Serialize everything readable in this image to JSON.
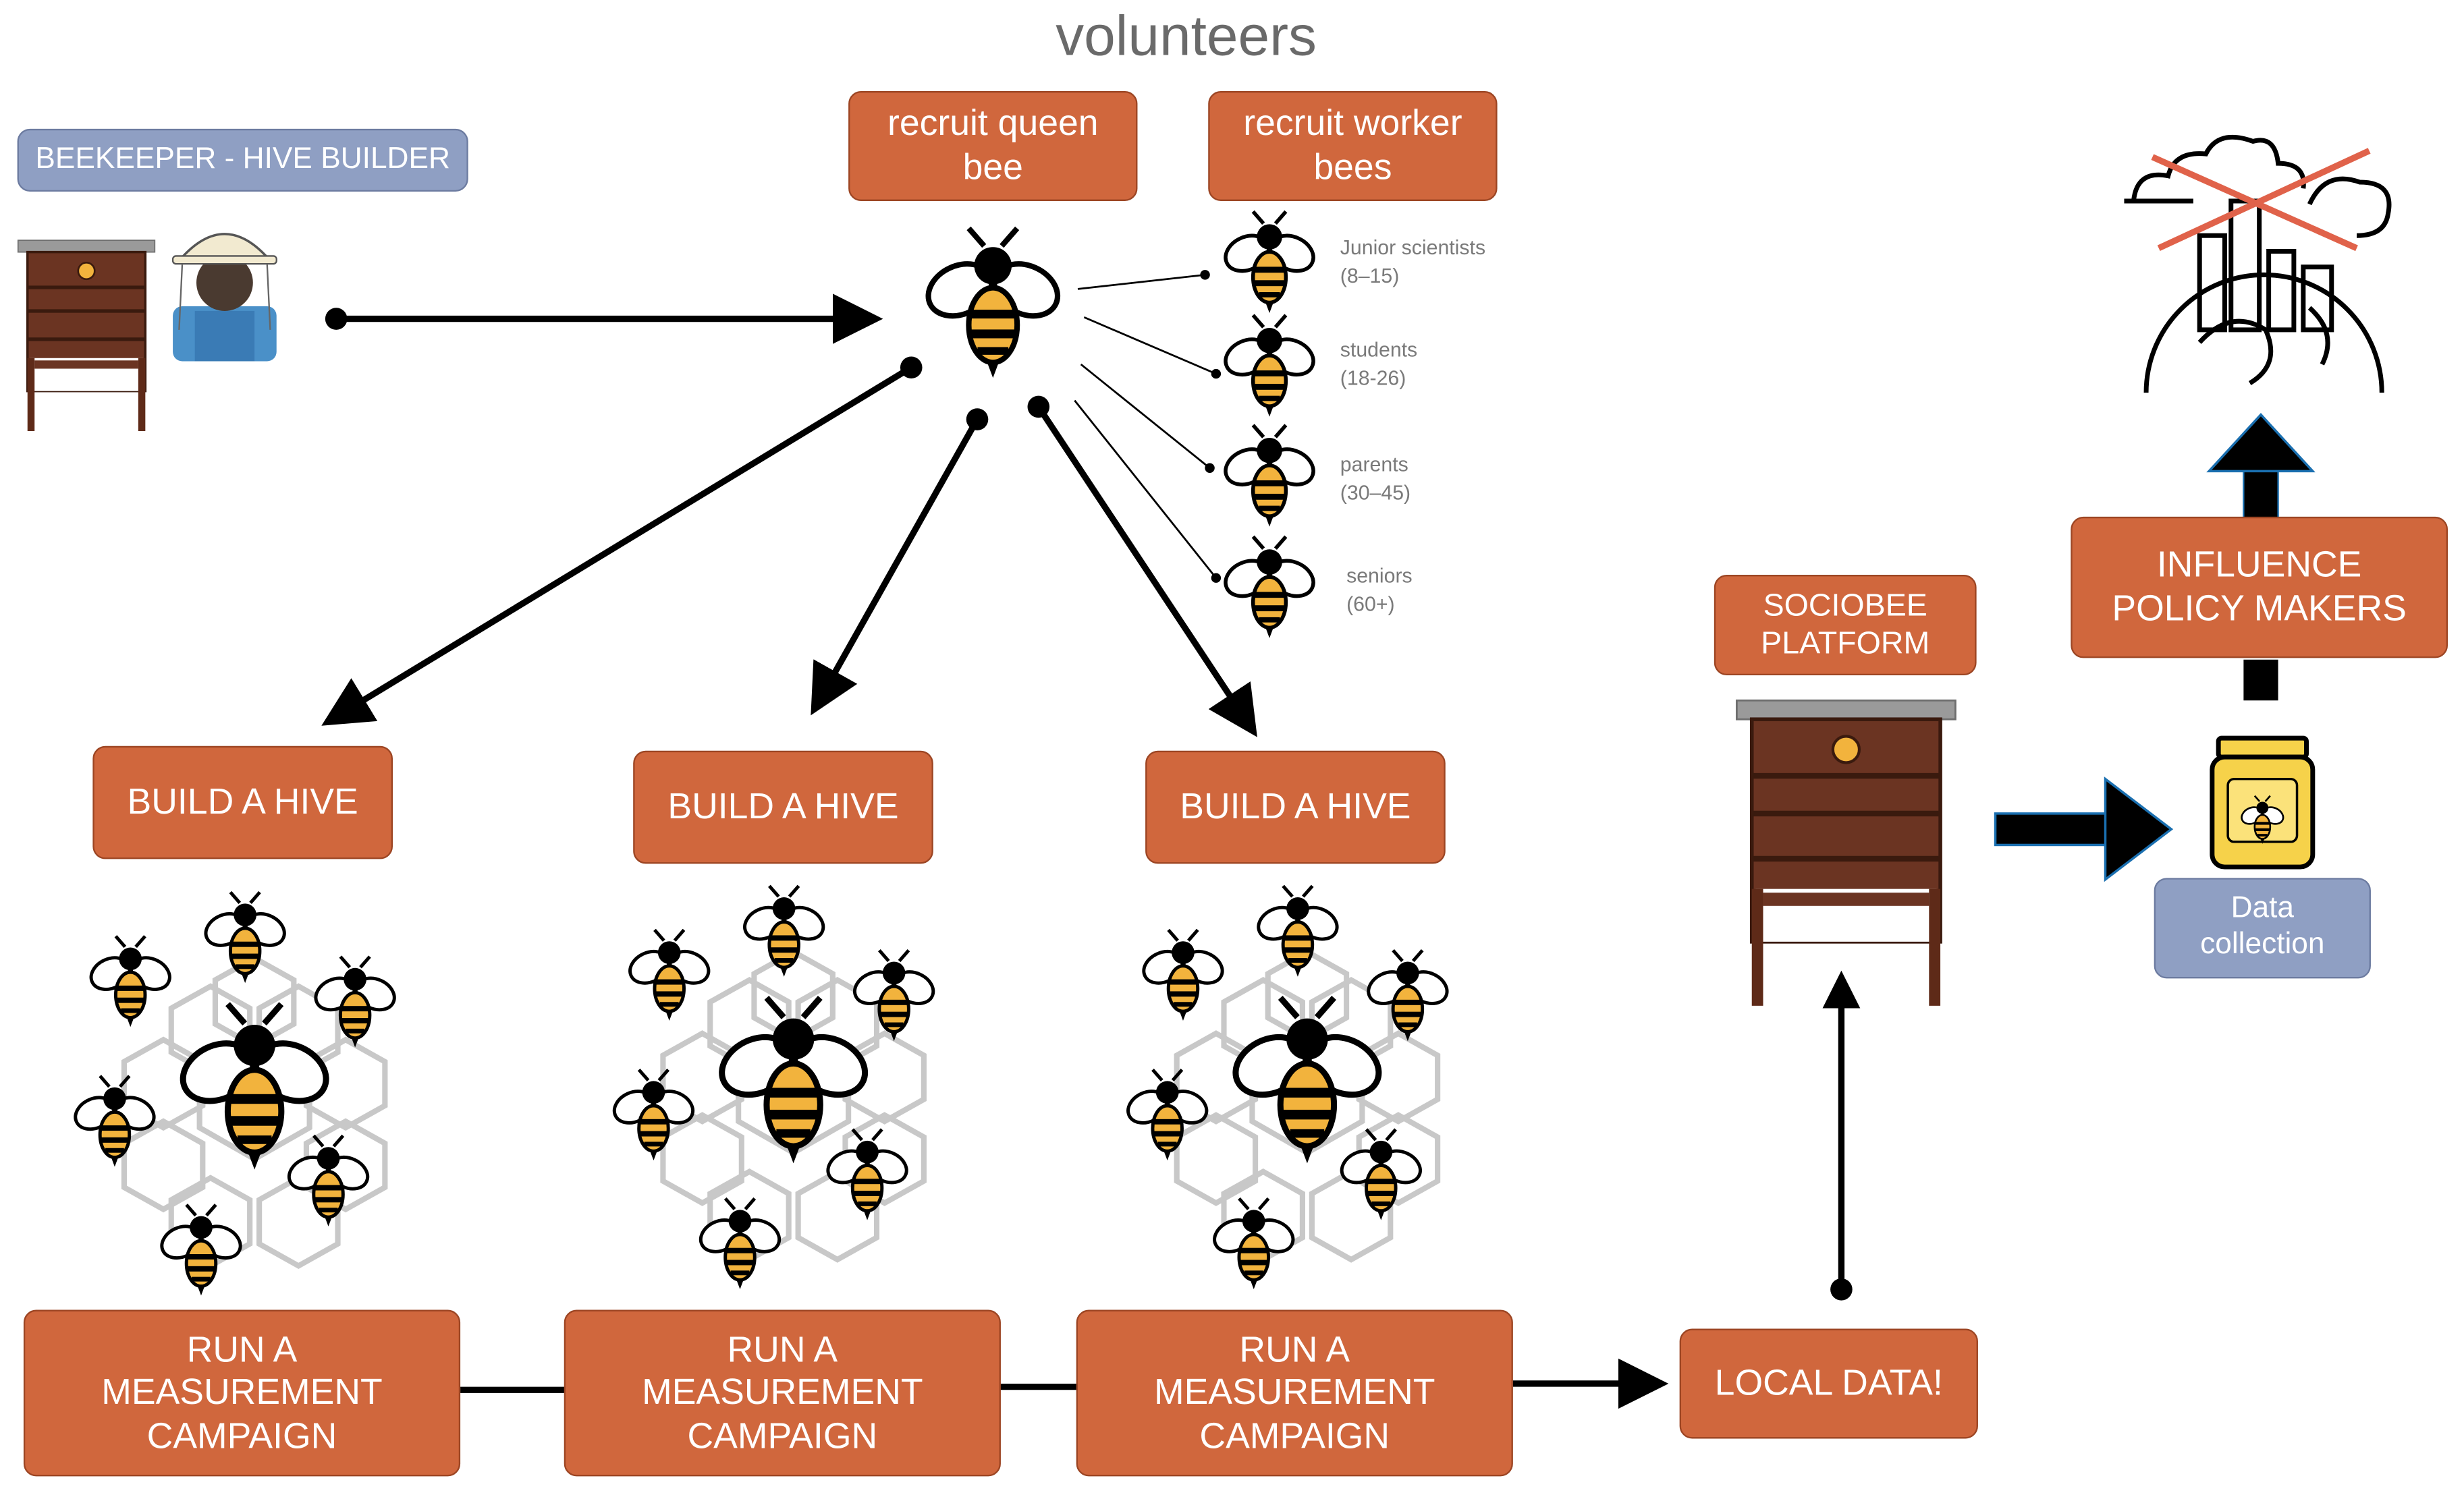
{
  "title": "volunteers",
  "beekeeper_label": "BEEKEEPER - HIVE BUILDER",
  "recruit_queen": "recruit queen bee",
  "recruit_workers": "recruit worker bees",
  "volunteer_groups": [
    {
      "name": "Junior scientists",
      "ages": "(8–15)"
    },
    {
      "name": "students",
      "ages": "(18-26)"
    },
    {
      "name": "parents",
      "ages": "(30–45)"
    },
    {
      "name": "seniors",
      "ages": "(60+)"
    }
  ],
  "hives": [
    {
      "build": "BUILD A HIVE",
      "campaign": [
        "RUN A",
        "MEASUREMENT",
        "CAMPAIGN"
      ]
    },
    {
      "build": "BUILD A HIVE",
      "campaign": [
        "RUN A",
        "MEASUREMENT",
        "CAMPAIGN"
      ]
    },
    {
      "build": "BUILD A HIVE",
      "campaign": [
        "RUN A",
        "MEASUREMENT",
        "CAMPAIGN"
      ]
    }
  ],
  "local_data": "LOCAL DATA!",
  "platform": [
    "SOCIOBEE",
    "PLATFORM"
  ],
  "data_collection": [
    "Data",
    "collection"
  ],
  "influence": [
    "INFLUENCE",
    "POLICY MAKERS"
  ],
  "colors": {
    "box_orange": "#d0673d",
    "box_blue": "#8f9fc3",
    "bee_yellow": "#f2b33d",
    "hive_brown": "#5e2a18"
  }
}
